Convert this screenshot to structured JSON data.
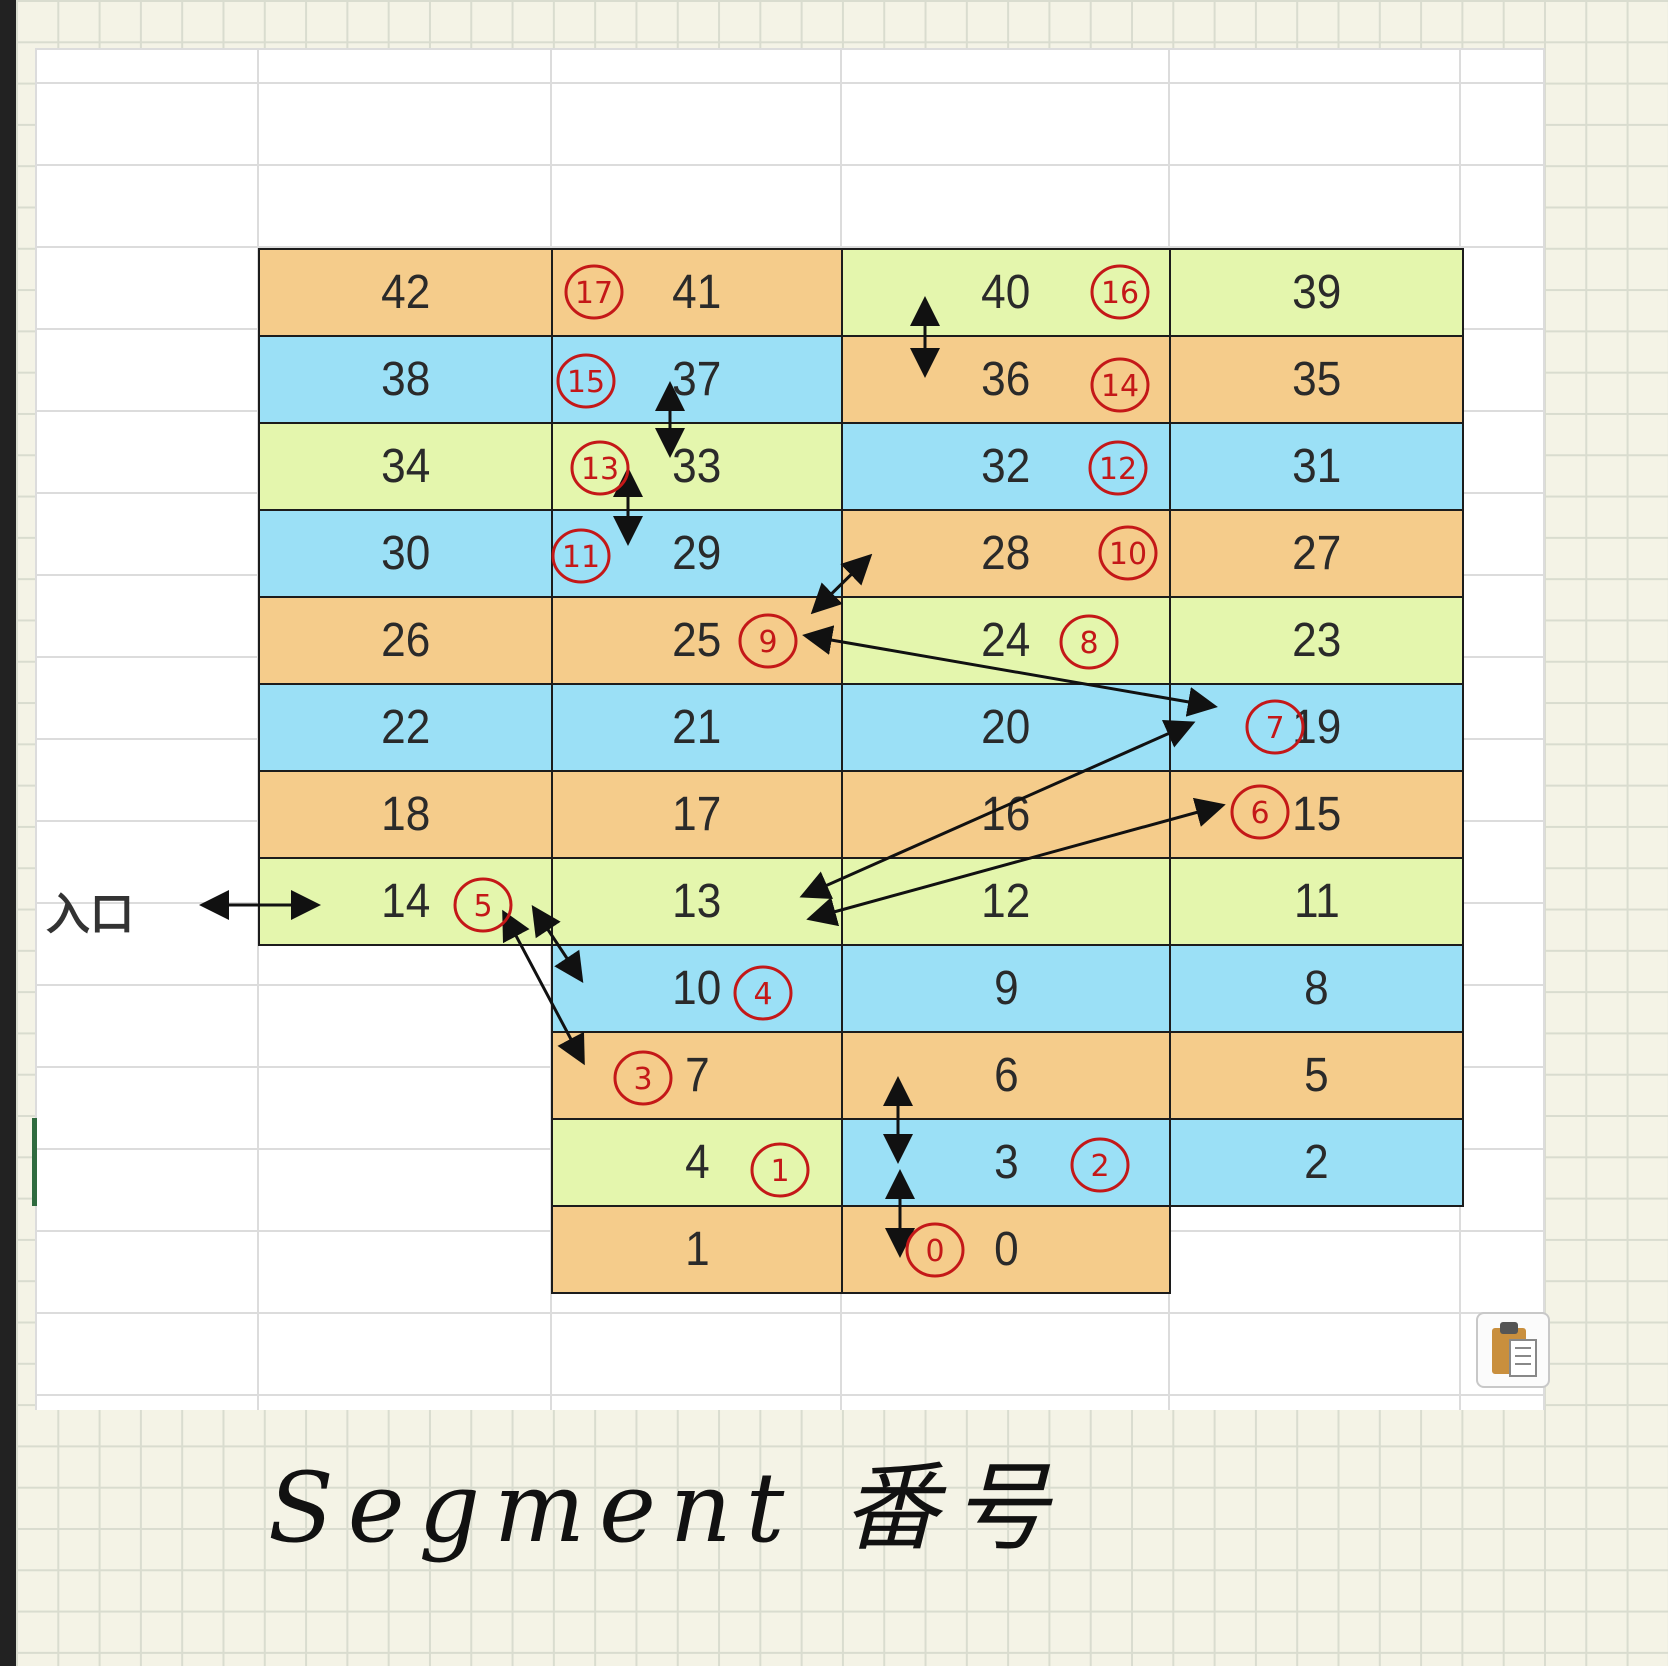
{
  "entrance_label": "入口",
  "caption": "Segment 番号",
  "cells": [
    {
      "label": "42",
      "col": 0,
      "row": 0,
      "color": "orange"
    },
    {
      "label": "41",
      "col": 1,
      "row": 0,
      "color": "orange"
    },
    {
      "label": "40",
      "col": 2,
      "row": 0,
      "color": "green"
    },
    {
      "label": "39",
      "col": 3,
      "row": 0,
      "color": "green"
    },
    {
      "label": "38",
      "col": 0,
      "row": 1,
      "color": "blue"
    },
    {
      "label": "37",
      "col": 1,
      "row": 1,
      "color": "blue"
    },
    {
      "label": "36",
      "col": 2,
      "row": 1,
      "color": "orange"
    },
    {
      "label": "35",
      "col": 3,
      "row": 1,
      "color": "orange"
    },
    {
      "label": "34",
      "col": 0,
      "row": 2,
      "color": "green"
    },
    {
      "label": "33",
      "col": 1,
      "row": 2,
      "color": "green"
    },
    {
      "label": "32",
      "col": 2,
      "row": 2,
      "color": "blue"
    },
    {
      "label": "31",
      "col": 3,
      "row": 2,
      "color": "blue"
    },
    {
      "label": "30",
      "col": 0,
      "row": 3,
      "color": "blue"
    },
    {
      "label": "29",
      "col": 1,
      "row": 3,
      "color": "blue"
    },
    {
      "label": "28",
      "col": 2,
      "row": 3,
      "color": "orange"
    },
    {
      "label": "27",
      "col": 3,
      "row": 3,
      "color": "orange"
    },
    {
      "label": "26",
      "col": 0,
      "row": 4,
      "color": "orange"
    },
    {
      "label": "25",
      "col": 1,
      "row": 4,
      "color": "orange"
    },
    {
      "label": "24",
      "col": 2,
      "row": 4,
      "color": "green"
    },
    {
      "label": "23",
      "col": 3,
      "row": 4,
      "color": "green"
    },
    {
      "label": "22",
      "col": 0,
      "row": 5,
      "color": "blue"
    },
    {
      "label": "21",
      "col": 1,
      "row": 5,
      "color": "blue"
    },
    {
      "label": "20",
      "col": 2,
      "row": 5,
      "color": "blue"
    },
    {
      "label": "19",
      "col": 3,
      "row": 5,
      "color": "blue"
    },
    {
      "label": "18",
      "col": 0,
      "row": 6,
      "color": "orange"
    },
    {
      "label": "17",
      "col": 1,
      "row": 6,
      "color": "orange"
    },
    {
      "label": "16",
      "col": 2,
      "row": 6,
      "color": "orange"
    },
    {
      "label": "15",
      "col": 3,
      "row": 6,
      "color": "orange"
    },
    {
      "label": "14",
      "col": 0,
      "row": 7,
      "color": "green"
    },
    {
      "label": "13",
      "col": 1,
      "row": 7,
      "color": "green"
    },
    {
      "label": "12",
      "col": 2,
      "row": 7,
      "color": "green"
    },
    {
      "label": "11",
      "col": 3,
      "row": 7,
      "color": "green"
    },
    {
      "label": "10",
      "col": 1,
      "row": 8,
      "color": "blue"
    },
    {
      "label": "9",
      "col": 2,
      "row": 8,
      "color": "blue"
    },
    {
      "label": "8",
      "col": 3,
      "row": 8,
      "color": "blue"
    },
    {
      "label": "7",
      "col": 1,
      "row": 9,
      "color": "orange"
    },
    {
      "label": "6",
      "col": 2,
      "row": 9,
      "color": "orange"
    },
    {
      "label": "5",
      "col": 3,
      "row": 9,
      "color": "orange"
    },
    {
      "label": "4",
      "col": 1,
      "row": 10,
      "color": "green"
    },
    {
      "label": "3",
      "col": 2,
      "row": 10,
      "color": "blue"
    },
    {
      "label": "2",
      "col": 3,
      "row": 10,
      "color": "blue"
    },
    {
      "label": "1",
      "col": 1,
      "row": 11,
      "color": "orange"
    },
    {
      "label": "0",
      "col": 2,
      "row": 11,
      "color": "orange"
    }
  ],
  "segment_numbers": [
    {
      "label": "0"
    },
    {
      "label": "1"
    },
    {
      "label": "2"
    },
    {
      "label": "3"
    },
    {
      "label": "4"
    },
    {
      "label": "5"
    },
    {
      "label": "6"
    },
    {
      "label": "7"
    },
    {
      "label": "8"
    },
    {
      "label": "9"
    },
    {
      "label": "10"
    },
    {
      "label": "11"
    },
    {
      "label": "12"
    },
    {
      "label": "13"
    },
    {
      "label": "14"
    },
    {
      "label": "15"
    },
    {
      "label": "16"
    },
    {
      "label": "17"
    }
  ],
  "colors": {
    "orange": "#f5cc8b",
    "blue": "#9be0f6",
    "green": "#e4f6ad",
    "ink_red": "#c41818",
    "ink_black": "#111111"
  }
}
